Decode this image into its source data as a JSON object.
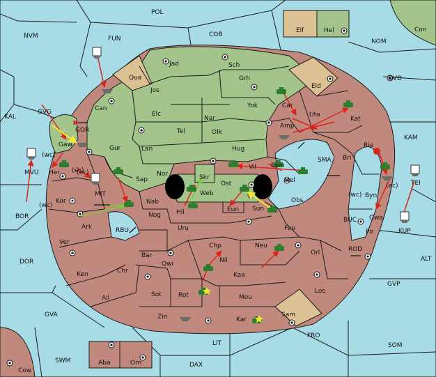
{
  "colors": {
    "sea": "#a7dbe6",
    "pink_power": "#c1897e",
    "green_power": "#a3c58c",
    "neutral": "#dcc194",
    "move_order": "#d9261c",
    "support_order": "#7ecb3a",
    "convoy_order": "#f2e634",
    "army": "#2f7d2f",
    "fleet": "#6b6b6b"
  },
  "legend": {
    "left": "Elf",
    "right": "Hel"
  },
  "sea_labels": [
    "POL",
    "NVM",
    "FUN",
    "COB",
    "NOM",
    "Con",
    "OVD",
    "KAL",
    "GVG",
    "GOR",
    "KAM",
    "(wc)",
    "MVU",
    "SMA",
    "(ec)",
    "MIT",
    "TEI",
    "BOR",
    "RBU",
    "BUC",
    "(wc)",
    "(ec)",
    "KUP",
    "ROD",
    "ALT",
    "DOR",
    "GVP",
    "GVA",
    "FRO",
    "LIT",
    "SOM",
    "SWM",
    "DAX",
    "Cow",
    "Aba",
    "Orn"
  ],
  "land_labels": [
    "Jad",
    "Sch",
    "Qua",
    "Jos",
    "Grh",
    "Eld",
    "Can",
    "Elc",
    "Nar",
    "Yok",
    "Car",
    "Uta",
    "Tel",
    "Olk",
    "Amp",
    "Kat",
    "Gur",
    "Lan",
    "Hug",
    "Bri",
    "Rie",
    "Gaw",
    "Nor",
    "Skr",
    "Vil",
    "Esm",
    "Her",
    "Sap",
    "Web",
    "Ost",
    "Mel",
    "Byn",
    "Kor",
    "Nab",
    "Hil",
    "Eun",
    "Sun",
    "Obs",
    "Gwa",
    "Nog",
    "Ark",
    "Uru",
    "Feu",
    "Pir",
    "Ver",
    "Chp",
    "Neu",
    "Orl",
    "Bar",
    "Qwi",
    "Nil",
    "Ken",
    "Chr",
    "Kaa",
    "Los",
    "Sot",
    "Rot",
    "Mou",
    "Ail",
    "Zin",
    "Kar",
    "Sam"
  ],
  "coast_labels": [
    "(ec)",
    "(wc)"
  ]
}
